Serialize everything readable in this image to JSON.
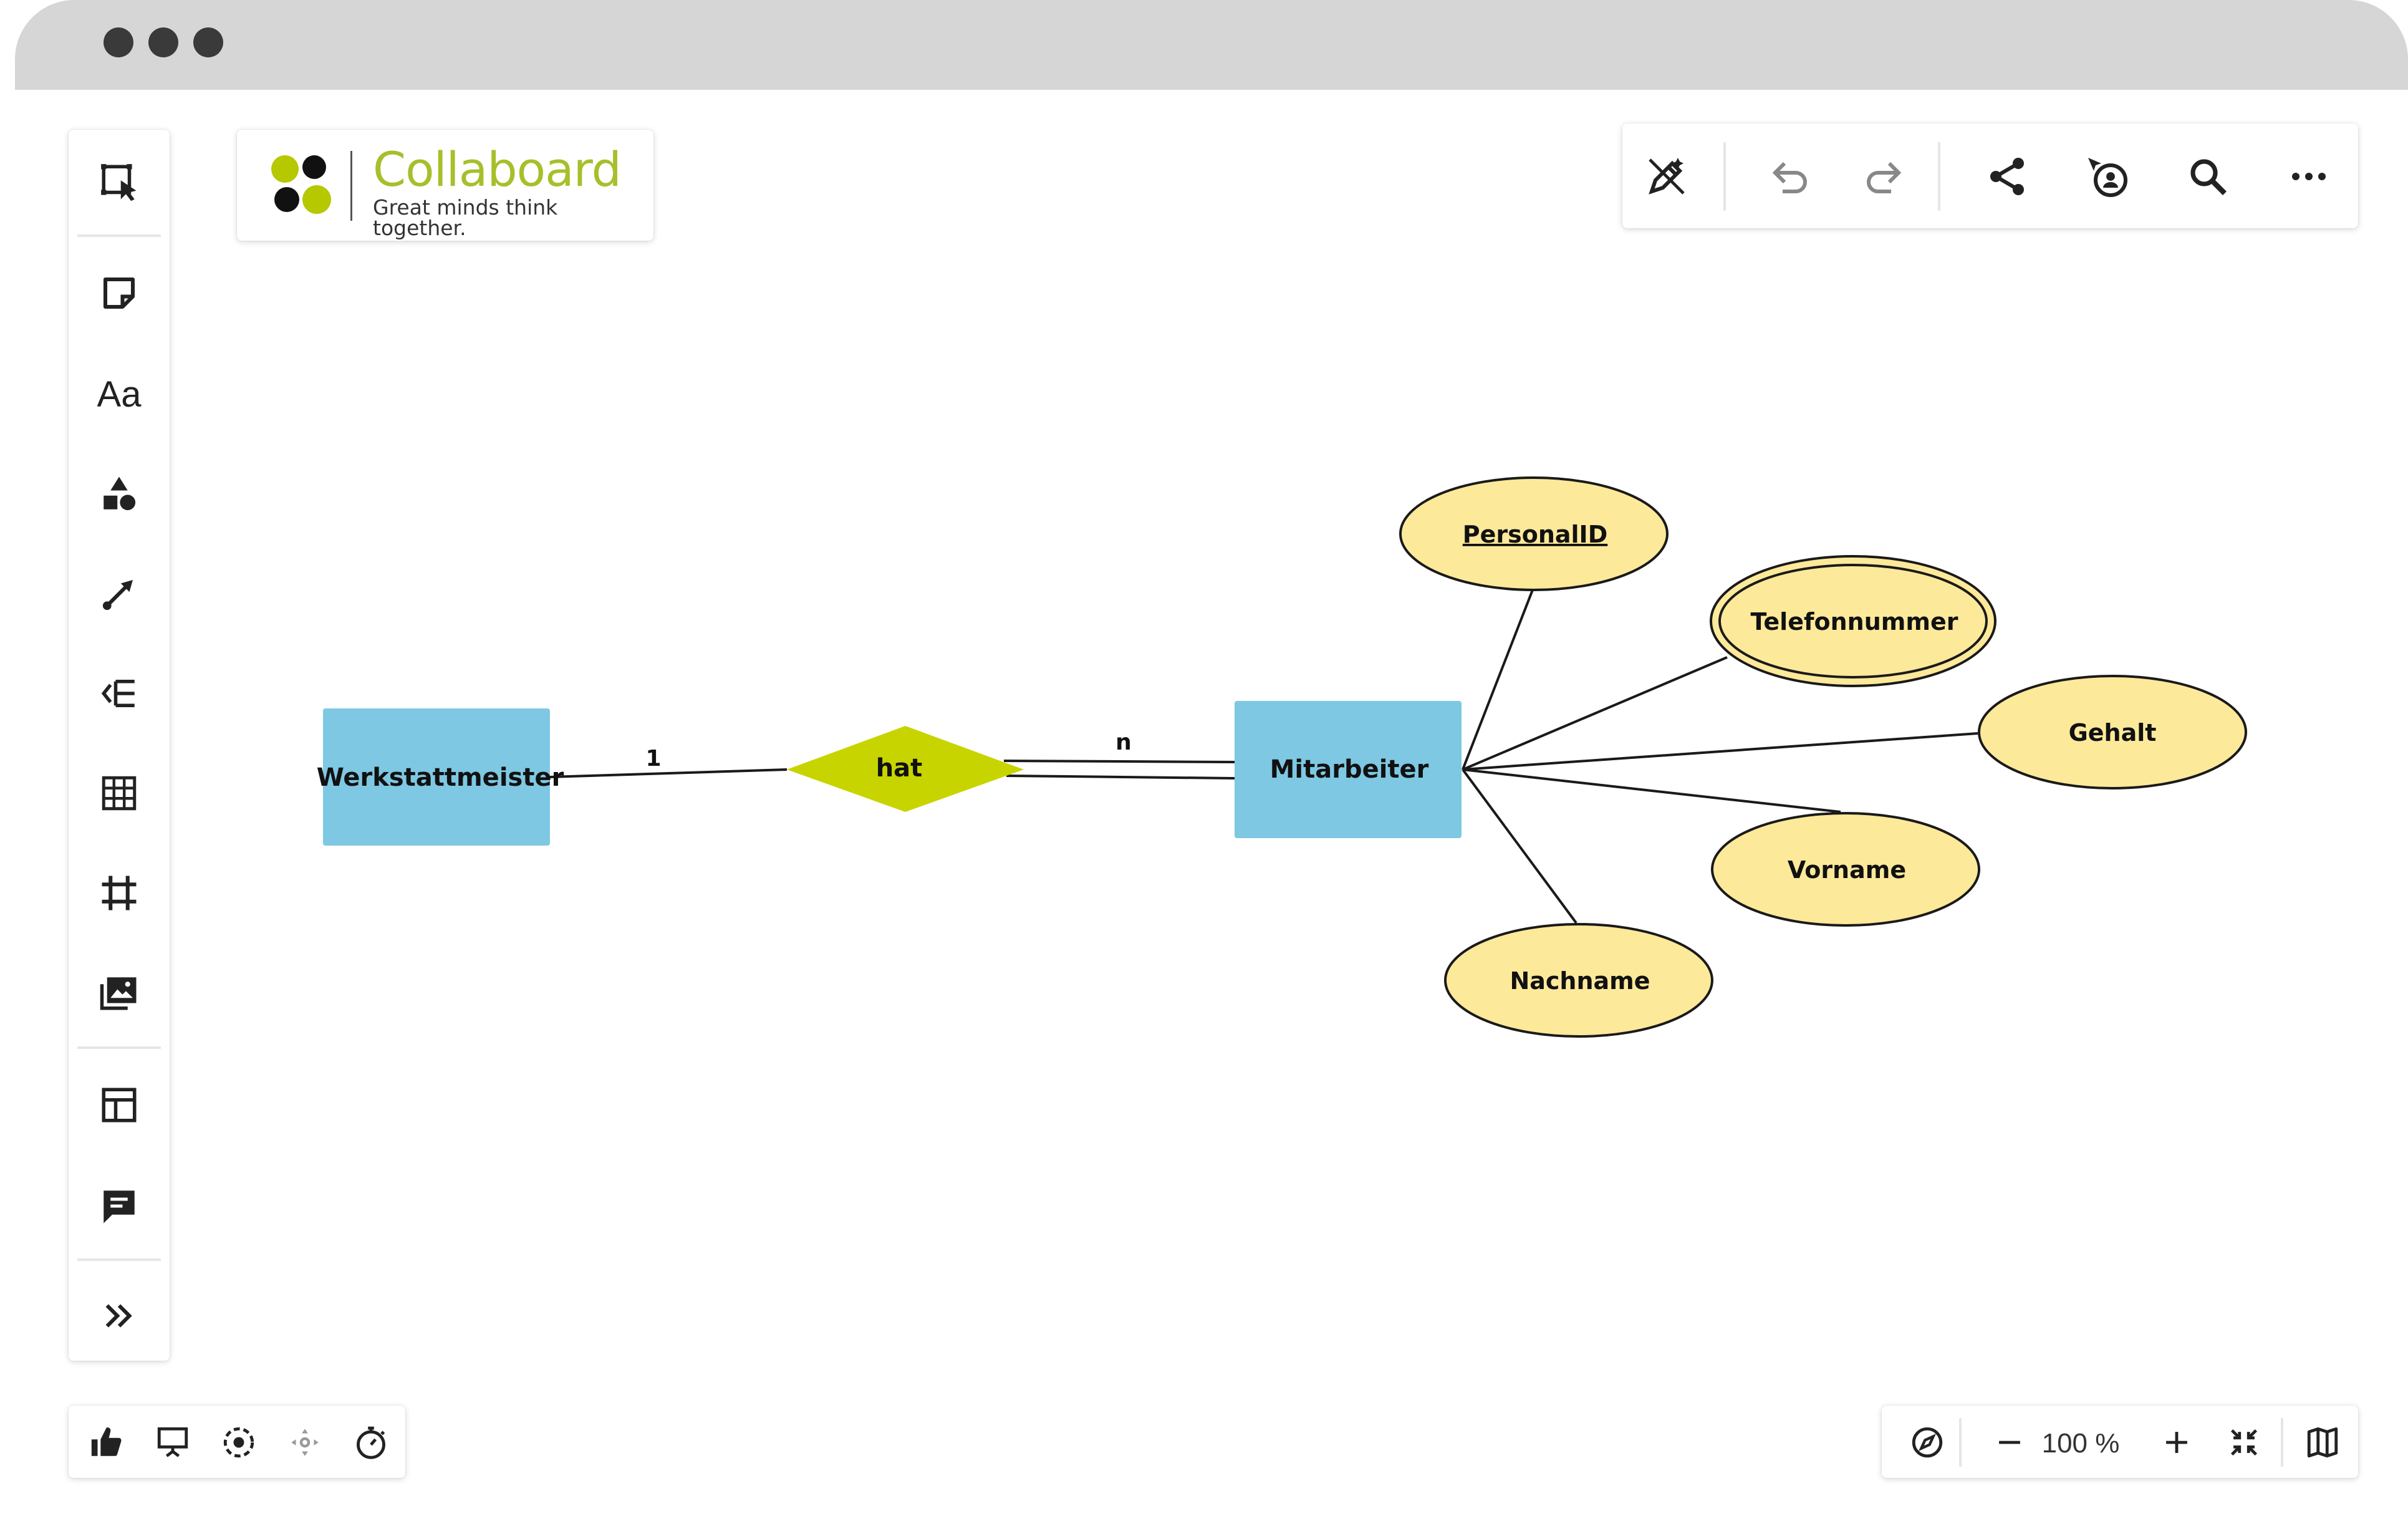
{
  "window": {
    "controls": [
      "window-dot-1",
      "window-dot-2",
      "window-dot-3"
    ]
  },
  "logo": {
    "title": "Collaboard",
    "tagline": "Great minds think together.",
    "colors": {
      "green": "#b5c800",
      "black": "#111111",
      "text_green": "#a5c02a"
    }
  },
  "left_toolbar": {
    "tools": [
      {
        "name": "select-tool",
        "icon": "select-cursor-icon"
      },
      {
        "name": "sticky-note-tool",
        "icon": "sticky-note-icon"
      },
      {
        "name": "text-tool",
        "icon": "text-icon",
        "label": "Aa"
      },
      {
        "name": "shapes-tool",
        "icon": "shapes-icon"
      },
      {
        "name": "connector-tool",
        "icon": "connector-arrow-icon"
      },
      {
        "name": "structure-tool",
        "icon": "structure-list-icon"
      },
      {
        "name": "table-tool",
        "icon": "table-grid-icon"
      },
      {
        "name": "frame-tool",
        "icon": "frame-icon"
      },
      {
        "name": "media-tool",
        "icon": "image-gallery-icon"
      },
      {
        "name": "templates-tool",
        "icon": "template-layout-icon"
      },
      {
        "name": "comments-tool",
        "icon": "comment-icon"
      },
      {
        "name": "expand-toolbar",
        "icon": "double-chevron-right-icon"
      }
    ]
  },
  "top_toolbar": {
    "buttons": [
      "magic-pen-icon",
      "undo-icon",
      "redo-icon",
      "share-icon",
      "follow-cursor-icon",
      "search-icon",
      "more-icon"
    ]
  },
  "bottom_left": {
    "buttons": [
      "thumbs-up-icon",
      "presentation-icon",
      "focus-target-icon",
      "attention-icon",
      "timer-icon"
    ]
  },
  "bottom_right": {
    "zoom": "100 %",
    "buttons": [
      "compass-icon",
      "zoom-out-icon",
      "zoom-in-icon",
      "fit-screen-icon",
      "minimap-icon"
    ]
  },
  "diagram": {
    "colors": {
      "entity": "#7ec8e3",
      "relationship": "#c8d400",
      "attribute": "#fde99a",
      "stroke": "#1a1a1a"
    },
    "entities": [
      {
        "name": "entity-werkstattmeister",
        "label": "Werkstattmeister"
      },
      {
        "name": "entity-mitarbeiter",
        "label": "Mitarbeiter"
      }
    ],
    "relationship": {
      "name": "relationship-hat",
      "label": "hat"
    },
    "cardinalities": {
      "left": "1",
      "right": "n"
    },
    "attributes": [
      {
        "name": "attribute-personalid",
        "label": "PersonalID",
        "key": true,
        "multivalued": false
      },
      {
        "name": "attribute-telefonnummer",
        "label": "Telefonnummer",
        "key": false,
        "multivalued": true
      },
      {
        "name": "attribute-gehalt",
        "label": "Gehalt",
        "key": false,
        "multivalued": false
      },
      {
        "name": "attribute-vorname",
        "label": "Vorname",
        "key": false,
        "multivalued": false
      },
      {
        "name": "attribute-nachname",
        "label": "Nachname",
        "key": false,
        "multivalued": false
      }
    ]
  }
}
